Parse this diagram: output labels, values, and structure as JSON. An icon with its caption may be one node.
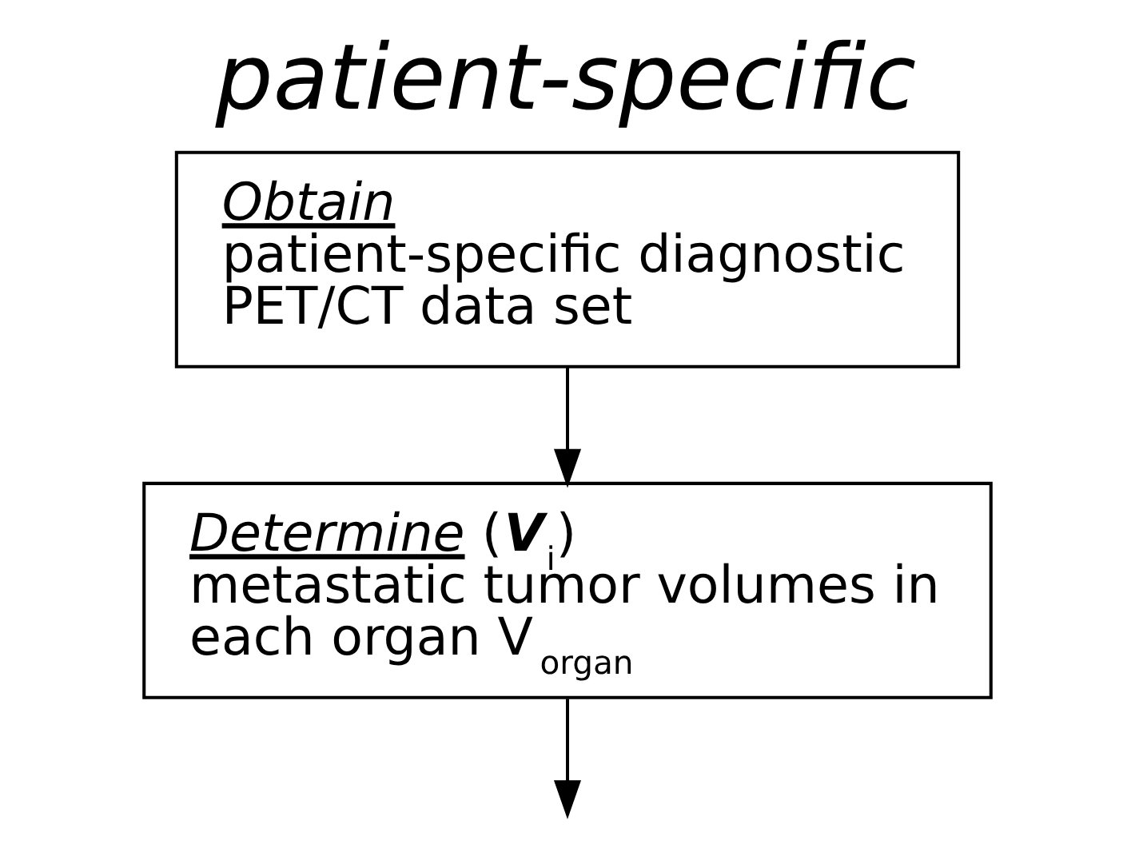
{
  "diagram": {
    "title": "patient-specific",
    "nodes": [
      {
        "text": [
          "*Obtain*",
          "patient-specific diagnostic PET/CT data set"
        ]
      },
      {
        "text": [
          "*Determine* (**V**$_{i}$)",
          "metastatic tumor volumes in each organ V$_{organ}$"
        ]
      }
    ],
    "edges": [
      {
        "from": 0,
        "to": 1,
        "arrow": "to"
      },
      {
        "from": 1,
        "to": null,
        "arrow": "to"
      }
    ]
  }
}
